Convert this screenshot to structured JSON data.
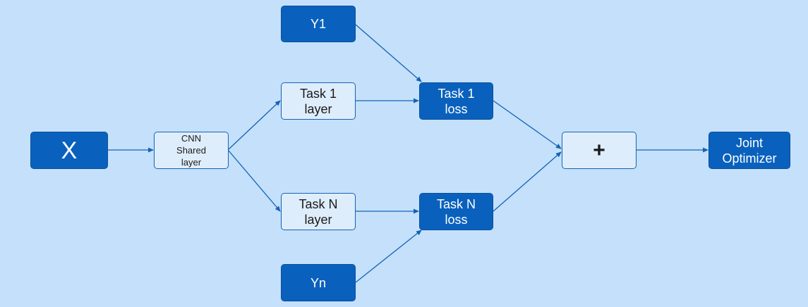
{
  "nodes": {
    "x": "X",
    "cnn_shared_layer": "CNN\nShared\nlayer",
    "y1": "Y1",
    "task1_layer": "Task 1\nlayer",
    "taskN_layer": "Task N\nlayer",
    "yn": "Yn",
    "task1_loss": "Task 1\nloss",
    "taskN_loss": "Task N\nloss",
    "sum": "+",
    "joint_optimizer": "Joint\nOptimizer"
  },
  "edges": [
    [
      "x",
      "cnn_shared_layer"
    ],
    [
      "cnn_shared_layer",
      "task1_layer"
    ],
    [
      "cnn_shared_layer",
      "taskN_layer"
    ],
    [
      "task1_layer",
      "task1_loss"
    ],
    [
      "y1",
      "task1_loss"
    ],
    [
      "taskN_layer",
      "taskN_loss"
    ],
    [
      "yn",
      "taskN_loss"
    ],
    [
      "task1_loss",
      "sum"
    ],
    [
      "taskN_loss",
      "sum"
    ],
    [
      "sum",
      "joint_optimizer"
    ]
  ],
  "colors": {
    "background": "#c4e0fb",
    "dark_node": "#0a61bd",
    "light_node": "#deedfb",
    "edge": "#1463b4"
  }
}
